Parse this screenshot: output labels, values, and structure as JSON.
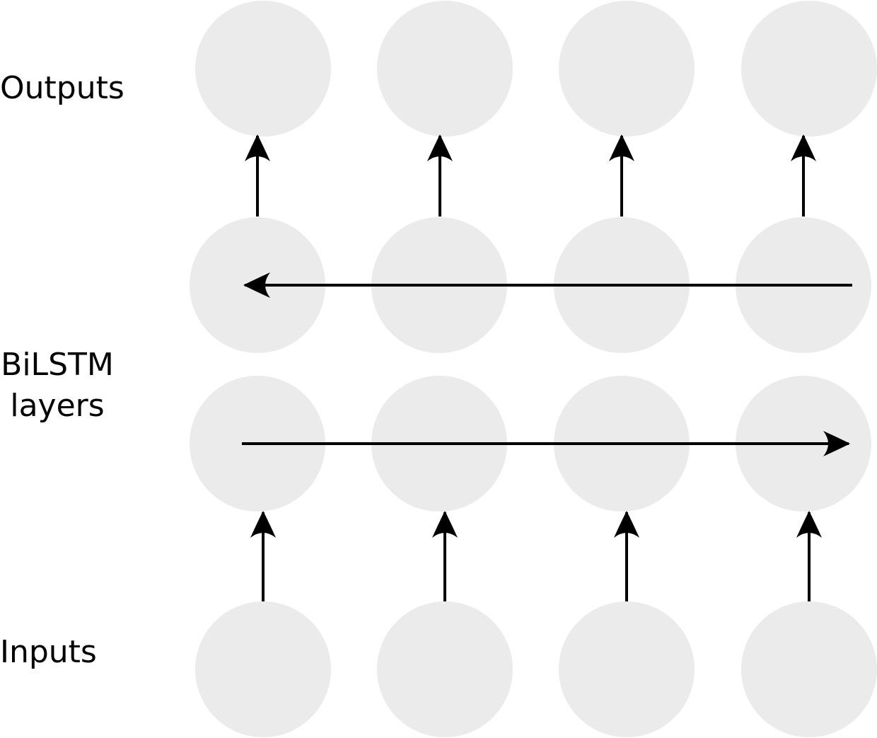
{
  "labels": {
    "outputs": "Outputs",
    "bilstm_line1": "BiLSTM",
    "bilstm_line2": "layers",
    "inputs": "Inputs"
  },
  "colors": {
    "node_fill": "#ebebeb",
    "arrow": "#000000"
  }
}
